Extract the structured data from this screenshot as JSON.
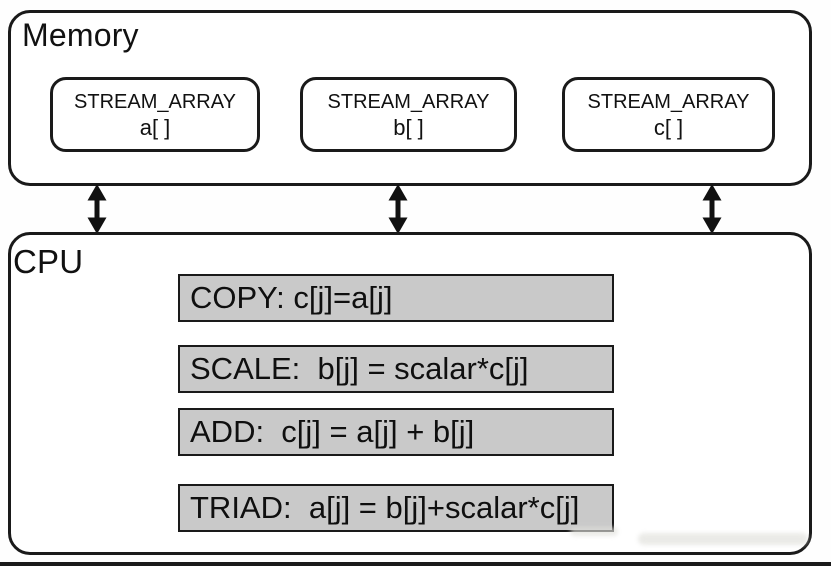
{
  "memory": {
    "label": "Memory",
    "arrays": [
      {
        "name": "STREAM_ARRAY",
        "variable": "a[ ]"
      },
      {
        "name": "STREAM_ARRAY",
        "variable": "b[ ]"
      },
      {
        "name": "STREAM_ARRAY",
        "variable": "c[ ]"
      }
    ]
  },
  "cpu": {
    "label": "CPU",
    "operations": [
      "COPY: c[j]=a[j]",
      "SCALE:  b[j] = scalar*c[j]",
      "ADD:  c[j] = a[j] + b[j]",
      "TRIAD:  a[j] = b[j]+scalar*c[j]"
    ]
  },
  "colors": {
    "background": "#ffffff",
    "box_border": "#1a1a1a",
    "operation_fill": "#c9c9c9",
    "text": "#111111"
  }
}
